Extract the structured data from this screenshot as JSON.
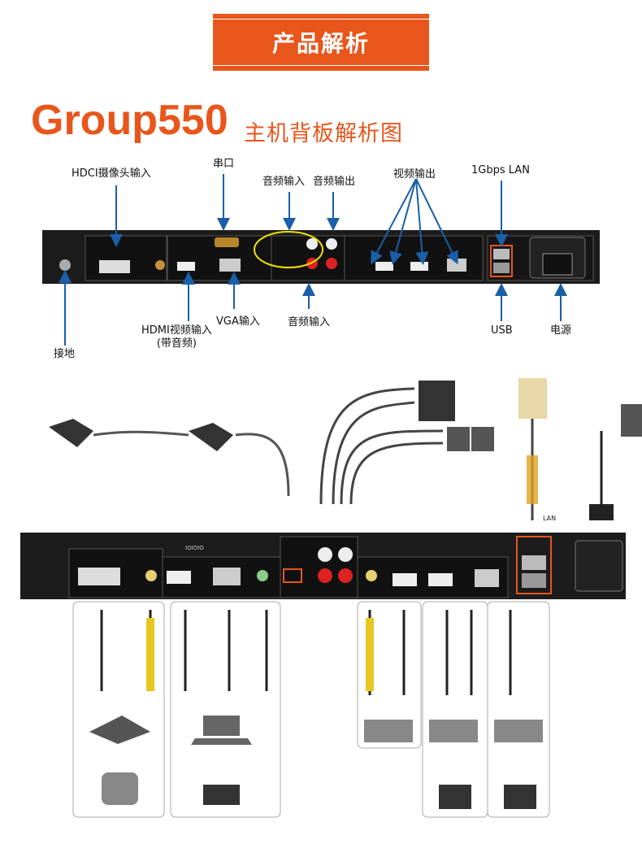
{
  "banner": {
    "text": "产品解析"
  },
  "title": "Group550",
  "subtitle": "主机背板解析图",
  "labels": {
    "hdci": "HDCI摄像头输入",
    "serial": "串口",
    "audio_in": "音频输入",
    "audio_out": "音频输出",
    "video_out": "视频输出",
    "lan": "1Gbps LAN",
    "ground": "接地",
    "hdmi_in": "HDMI视频输入",
    "hdmi_in_note": "(带音频)",
    "vga_in": "VGA输入",
    "audio_in2": "音频输入",
    "usb": "USB",
    "power": "电源"
  },
  "panel_text": {
    "serial_mark": "IOIOIO",
    "lan_mark": "LAN"
  },
  "colors": {
    "accent": "#e8561c",
    "arrow": "#1a5fa8",
    "panel": "#1c1c1c",
    "highlight": "#f0e000"
  }
}
